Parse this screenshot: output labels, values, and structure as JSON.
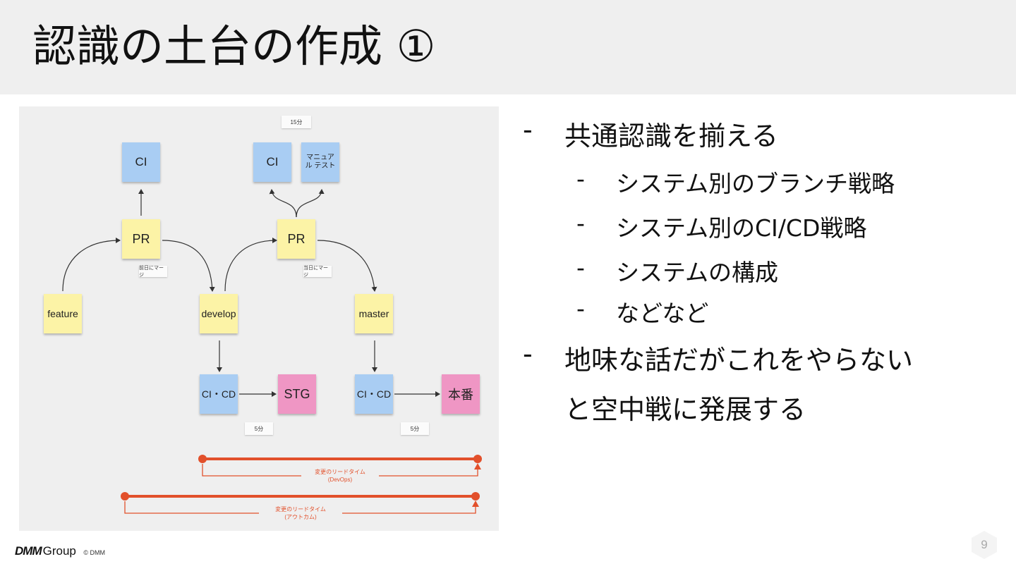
{
  "slide": {
    "title": "認識の土台の作成 ①",
    "page_number": "9"
  },
  "footer": {
    "logo_main": "DMM",
    "logo_group": "Group",
    "copyright": "© DMM"
  },
  "diagram": {
    "top_time": "15分",
    "ci_left": "CI",
    "ci_right": "CI",
    "manual_test": "マニュアル テスト",
    "pr_left": "PR",
    "pr_right": "PR",
    "merge_left": "前日にマージ",
    "merge_right": "当日にマージ",
    "feature": "feature",
    "develop": "develop",
    "master": "master",
    "cicd_left": "CI・CD",
    "cicd_right": "CI・CD",
    "stg": "STG",
    "prod": "本番",
    "time_left": "5分",
    "time_right": "5分",
    "lead_devops_1": "変更のリードタイム",
    "lead_devops_2": "(DevOps)",
    "lead_outcome_1": "変更のリードタイム",
    "lead_outcome_2": "(アウトカム)"
  },
  "bullets": {
    "dash": "-",
    "item1": "共通認識を揃える",
    "sub1": "システム別のブランチ戦略",
    "sub2": "システム別のCI/CD戦略",
    "sub3": "システムの構成",
    "sub4": "などなど",
    "item2_line1": "地味な話だがこれをやらない",
    "item2_line2": "と空中戦に発展する"
  },
  "colors": {
    "sticky_blue": "#a9cdf3",
    "sticky_yellow": "#fcf3a6",
    "sticky_pink": "#ef96c4",
    "lead_time_red": "#e2502b"
  }
}
